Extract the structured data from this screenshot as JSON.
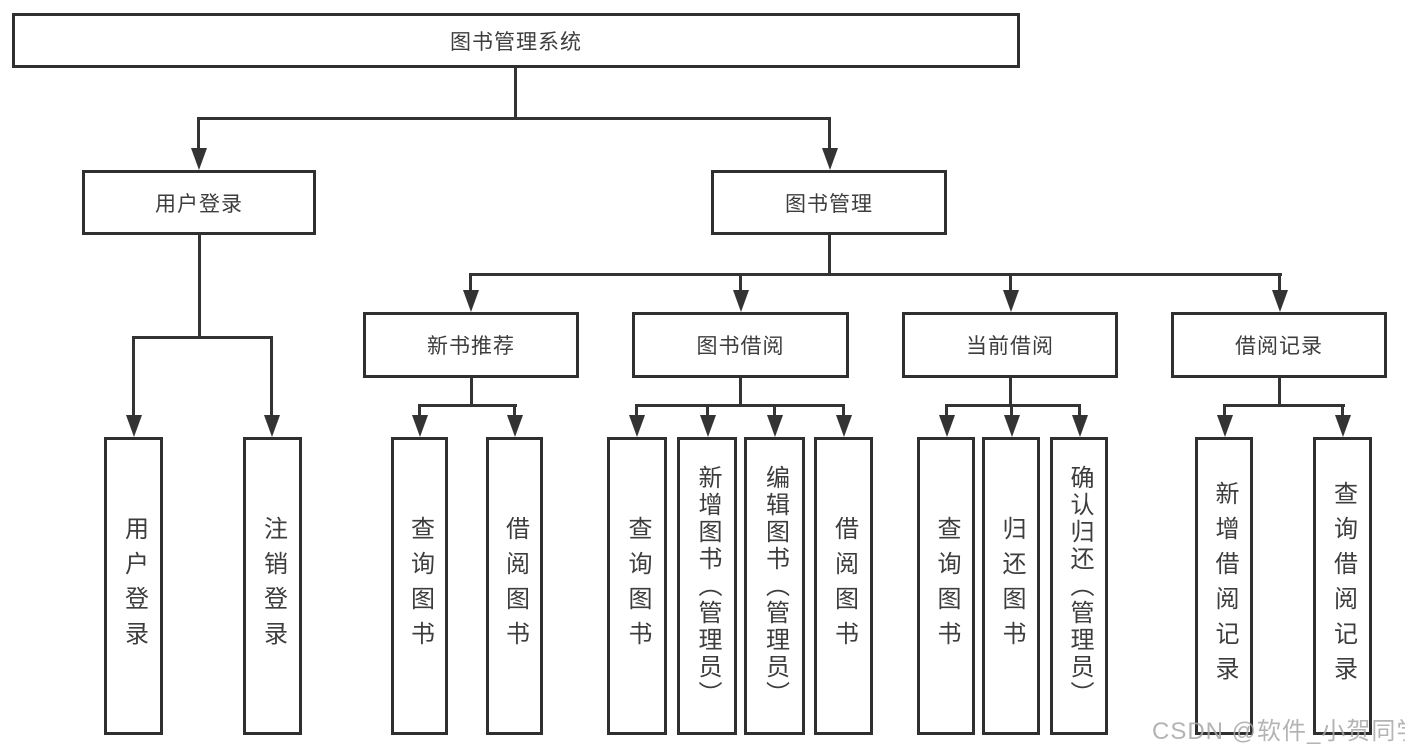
{
  "diagram": {
    "title": "图书管理系统",
    "watermark": "CSDN @软件_小贺同学",
    "colors": {
      "line": "#333333",
      "box_border": "#2f2f2f",
      "text": "#3d3d3d",
      "background": "#ffffff",
      "watermark": "#a8a8a8"
    },
    "nodes": {
      "root": {
        "label": "图书管理系统"
      },
      "user_login": {
        "label": "用户登录"
      },
      "book_mgmt": {
        "label": "图书管理"
      },
      "new_book_rec": {
        "label": "新书推荐"
      },
      "book_borrow": {
        "label": "图书借阅"
      },
      "current_borrow": {
        "label": "当前借阅"
      },
      "borrow_record": {
        "label": "借阅记录"
      },
      "ul_user_login": {
        "label": "用户登录"
      },
      "ul_logout": {
        "label": "注销登录"
      },
      "nbr_query_books": {
        "label": "查询图书"
      },
      "nbr_borrow_books": {
        "label": "借阅图书"
      },
      "bb_query_books": {
        "label": "查询图书"
      },
      "bb_add_books": {
        "label": "新增图书（管理员）"
      },
      "bb_edit_books": {
        "label": "编辑图书（管理员）"
      },
      "bb_borrow_books": {
        "label": "借阅图书"
      },
      "cb_query_books": {
        "label": "查询图书"
      },
      "cb_return_books": {
        "label": "归还图书"
      },
      "cb_confirm_return": {
        "label": "确认归还（管理员）"
      },
      "br_add_record": {
        "label": "新增借阅记录"
      },
      "br_query_record": {
        "label": "查询借阅记录"
      }
    }
  }
}
